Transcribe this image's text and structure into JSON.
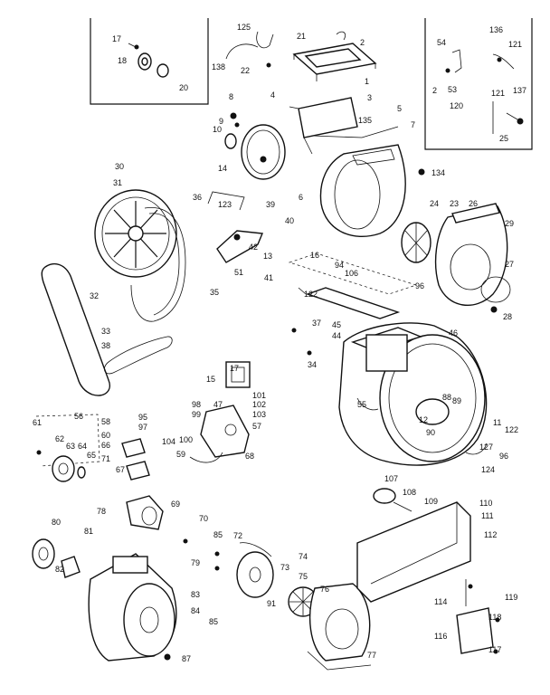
{
  "callouts": [
    {
      "id": "c17a",
      "text": "17"
    },
    {
      "id": "c18",
      "text": "18"
    },
    {
      "id": "c20",
      "text": "20"
    },
    {
      "id": "c125",
      "text": "125"
    },
    {
      "id": "c21",
      "text": "21"
    },
    {
      "id": "c138",
      "text": "138"
    },
    {
      "id": "c22",
      "text": "22"
    },
    {
      "id": "c1",
      "text": "1"
    },
    {
      "id": "c2a",
      "text": "2"
    },
    {
      "id": "c3",
      "text": "3"
    },
    {
      "id": "c4",
      "text": "4"
    },
    {
      "id": "c8",
      "text": "8"
    },
    {
      "id": "c9",
      "text": "9"
    },
    {
      "id": "c10",
      "text": "10"
    },
    {
      "id": "c14",
      "text": "14"
    },
    {
      "id": "c5",
      "text": "5"
    },
    {
      "id": "c135",
      "text": "135"
    },
    {
      "id": "c7",
      "text": "7"
    },
    {
      "id": "c54",
      "text": "54"
    },
    {
      "id": "c53",
      "text": "53"
    },
    {
      "id": "c2b",
      "text": "2"
    },
    {
      "id": "c136",
      "text": "136"
    },
    {
      "id": "c121a",
      "text": "121"
    },
    {
      "id": "c137",
      "text": "137"
    },
    {
      "id": "c121b",
      "text": "121"
    },
    {
      "id": "c120",
      "text": "120"
    },
    {
      "id": "c25",
      "text": "25"
    },
    {
      "id": "c134",
      "text": "134"
    },
    {
      "id": "c30",
      "text": "30"
    },
    {
      "id": "c31",
      "text": "31"
    },
    {
      "id": "c36",
      "text": "36"
    },
    {
      "id": "c123",
      "text": "123"
    },
    {
      "id": "c39",
      "text": "39"
    },
    {
      "id": "c6",
      "text": "6"
    },
    {
      "id": "c40",
      "text": "40"
    },
    {
      "id": "c24",
      "text": "24"
    },
    {
      "id": "c23",
      "text": "23"
    },
    {
      "id": "c26",
      "text": "26"
    },
    {
      "id": "c29",
      "text": "29"
    },
    {
      "id": "c42",
      "text": "42"
    },
    {
      "id": "c13",
      "text": "13"
    },
    {
      "id": "c16",
      "text": "16"
    },
    {
      "id": "c94",
      "text": "94"
    },
    {
      "id": "c106",
      "text": "106"
    },
    {
      "id": "c51",
      "text": "51"
    },
    {
      "id": "c41",
      "text": "41"
    },
    {
      "id": "c32",
      "text": "32"
    },
    {
      "id": "c35",
      "text": "35"
    },
    {
      "id": "c122a",
      "text": "122"
    },
    {
      "id": "c96a",
      "text": "96"
    },
    {
      "id": "c27",
      "text": "27"
    },
    {
      "id": "c28",
      "text": "28"
    },
    {
      "id": "c37",
      "text": "37"
    },
    {
      "id": "c45",
      "text": "45"
    },
    {
      "id": "c44",
      "text": "44"
    },
    {
      "id": "c46",
      "text": "46"
    },
    {
      "id": "c33",
      "text": "33"
    },
    {
      "id": "c38",
      "text": "38"
    },
    {
      "id": "c34",
      "text": "34"
    },
    {
      "id": "c17b",
      "text": "17"
    },
    {
      "id": "c15",
      "text": "15"
    },
    {
      "id": "c101",
      "text": "101"
    },
    {
      "id": "c102",
      "text": "102"
    },
    {
      "id": "c103",
      "text": "103"
    },
    {
      "id": "c55",
      "text": "55"
    },
    {
      "id": "c98",
      "text": "98"
    },
    {
      "id": "c99",
      "text": "99"
    },
    {
      "id": "c47",
      "text": "47"
    },
    {
      "id": "c57",
      "text": "57"
    },
    {
      "id": "c95",
      "text": "95"
    },
    {
      "id": "c97",
      "text": "97"
    },
    {
      "id": "c88",
      "text": "88"
    },
    {
      "id": "c89",
      "text": "89"
    },
    {
      "id": "c12",
      "text": "12"
    },
    {
      "id": "c90",
      "text": "90"
    },
    {
      "id": "c11",
      "text": "11"
    },
    {
      "id": "c122b",
      "text": "122"
    },
    {
      "id": "c56",
      "text": "56"
    },
    {
      "id": "c58",
      "text": "58"
    },
    {
      "id": "c60",
      "text": "60"
    },
    {
      "id": "c66",
      "text": "66"
    },
    {
      "id": "c61",
      "text": "61"
    },
    {
      "id": "c62",
      "text": "62"
    },
    {
      "id": "c63",
      "text": "63"
    },
    {
      "id": "c64",
      "text": "64"
    },
    {
      "id": "c65",
      "text": "65"
    },
    {
      "id": "c71",
      "text": "71"
    },
    {
      "id": "c104",
      "text": "104"
    },
    {
      "id": "c100",
      "text": "100"
    },
    {
      "id": "c59",
      "text": "59"
    },
    {
      "id": "c68",
      "text": "68"
    },
    {
      "id": "c127",
      "text": "127"
    },
    {
      "id": "c96b",
      "text": "96"
    },
    {
      "id": "c124",
      "text": "124"
    },
    {
      "id": "c67",
      "text": "67"
    },
    {
      "id": "c107",
      "text": "107"
    },
    {
      "id": "c108",
      "text": "108"
    },
    {
      "id": "c109",
      "text": "109"
    },
    {
      "id": "c110",
      "text": "110"
    },
    {
      "id": "c111",
      "text": "111"
    },
    {
      "id": "c78",
      "text": "78"
    },
    {
      "id": "c69",
      "text": "69"
    },
    {
      "id": "c112",
      "text": "112"
    },
    {
      "id": "c80",
      "text": "80"
    },
    {
      "id": "c81",
      "text": "81"
    },
    {
      "id": "c70",
      "text": "70"
    },
    {
      "id": "c85a",
      "text": "85"
    },
    {
      "id": "c72",
      "text": "72"
    },
    {
      "id": "c74",
      "text": "74"
    },
    {
      "id": "c79",
      "text": "79"
    },
    {
      "id": "c73",
      "text": "73"
    },
    {
      "id": "c82",
      "text": "82"
    },
    {
      "id": "c75",
      "text": "75"
    },
    {
      "id": "c76",
      "text": "76"
    },
    {
      "id": "c83",
      "text": "83"
    },
    {
      "id": "c91",
      "text": "91"
    },
    {
      "id": "c114",
      "text": "114"
    },
    {
      "id": "c119",
      "text": "119"
    },
    {
      "id": "c84",
      "text": "84"
    },
    {
      "id": "c118",
      "text": "118"
    },
    {
      "id": "c85b",
      "text": "85"
    },
    {
      "id": "c116",
      "text": "116"
    },
    {
      "id": "c77",
      "text": "77"
    },
    {
      "id": "c87",
      "text": "87"
    },
    {
      "id": "c117",
      "text": "117"
    }
  ]
}
